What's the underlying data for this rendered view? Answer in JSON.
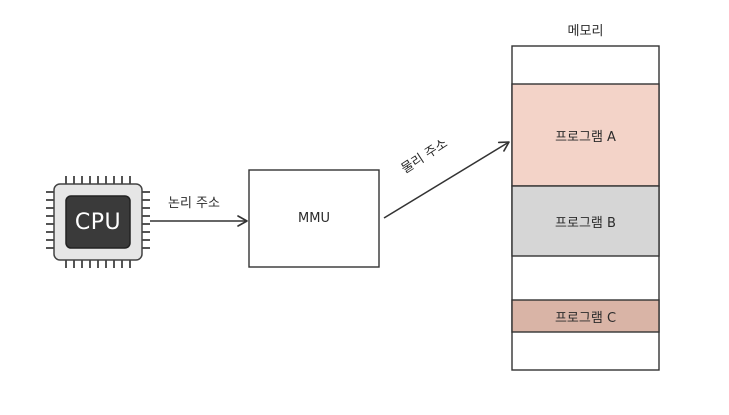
{
  "labels": {
    "cpu": "CPU",
    "logical_address": "논리 주소",
    "mmu": "MMU",
    "physical_address": "물리 주소",
    "memory": "메모리",
    "program_a": "프로그램 A",
    "program_b": "프로그램 B",
    "program_c": "프로그램 C"
  },
  "colors": {
    "program_a": "#f3d3c8",
    "program_b": "#d6d6d6",
    "program_c": "#d9b4a6",
    "cpu_body": "#3a3a3a",
    "line": "#333333"
  }
}
